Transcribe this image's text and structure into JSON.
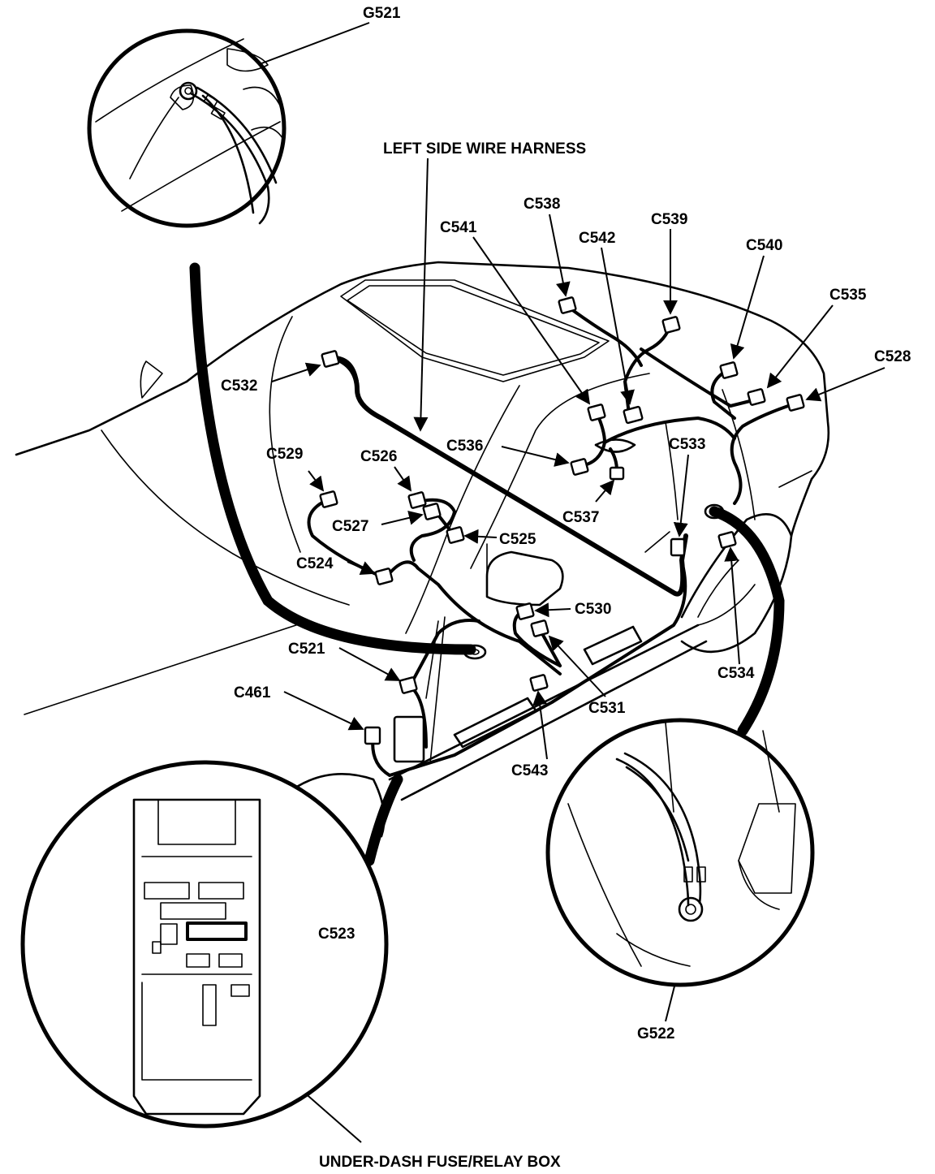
{
  "labels": {
    "g521": "G521",
    "harness": "LEFT SIDE WIRE HARNESS",
    "c538": "C538",
    "c541": "C541",
    "c542": "C542",
    "c539": "C539",
    "c540": "C540",
    "c535": "C535",
    "c528": "C528",
    "c532": "C532",
    "c536": "C536",
    "c533": "C533",
    "c529": "C529",
    "c526": "C526",
    "c527": "C527",
    "c525": "C525",
    "c537": "C537",
    "c524": "C524",
    "c530": "C530",
    "c521": "C521",
    "c534": "C534",
    "c461": "C461",
    "c531": "C531",
    "c543": "C543",
    "c523": "C523",
    "g522": "G522",
    "fusebox": "UNDER-DASH FUSE/RELAY BOX"
  }
}
